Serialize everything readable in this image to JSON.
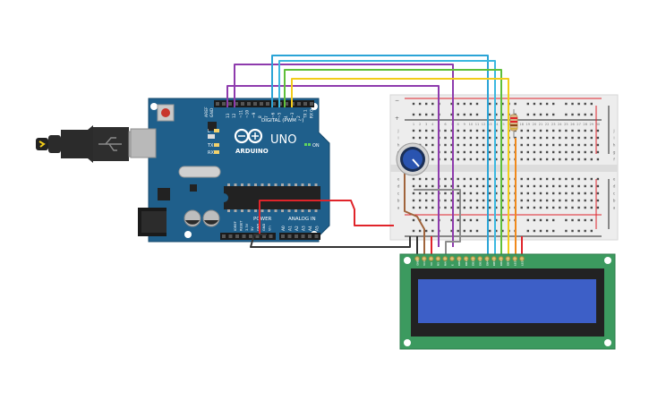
{
  "arduino": {
    "model": "UNO",
    "brand": "ARDUINO",
    "digital_header_label": "DIGITAL (PWM ~)",
    "on_label": "ON",
    "power_label": "POWER",
    "analog_label": "ANALOG IN",
    "aref_label": "AREF",
    "gnd_label": "GND",
    "l_label": "L",
    "tx_label": "TX",
    "rx_label": "RX",
    "digital_pins": [
      "13",
      "12",
      "~11",
      "~10",
      "~9",
      "8",
      "7",
      "~6",
      "~5",
      "4",
      "~3",
      "2",
      "TX 1",
      "RX 0"
    ],
    "power_pins": [
      "IOREF",
      "RESET",
      "3.3V",
      "5V",
      "GND",
      "GND",
      "Vin"
    ],
    "analog_pins": [
      "A0",
      "A1",
      "A2",
      "A3",
      "A4",
      "A5"
    ],
    "color_board": "#1f5f8b"
  },
  "breadboard": {
    "row_letters_top": [
      "j",
      "i",
      "h",
      "g",
      "f"
    ],
    "row_letters_bottom": [
      "e",
      "d",
      "c",
      "b",
      "a"
    ],
    "column_numbers": [
      "1",
      "2",
      "3",
      "4",
      "5",
      "6",
      "7",
      "8",
      "9",
      "10",
      "11",
      "12",
      "13",
      "14",
      "15",
      "16",
      "17",
      "18",
      "19",
      "20",
      "21",
      "22",
      "23",
      "24",
      "25",
      "26",
      "27",
      "28",
      "29",
      "30"
    ],
    "rail_plus": "+",
    "rail_minus": "−"
  },
  "lcd": {
    "pin_labels": [
      "GND",
      "VCC",
      "V0",
      "RS",
      "RW",
      "E",
      "DB0",
      "DB1",
      "DB2",
      "DB3",
      "DB4",
      "DB5",
      "DB6",
      "DB7",
      "LED",
      "LED"
    ],
    "color_board": "#3c9a5f",
    "color_screen": "#3d5fc7"
  },
  "wire_colors": {
    "purple": "#8e3bad",
    "blue": "#2aa4d6",
    "green": "#5fbf3a",
    "orange": "#f08a1c",
    "yellow": "#f2cc1a",
    "red": "#e0242a",
    "black": "#333333",
    "brown": "#a0643c",
    "grey": "#8c8c8c"
  }
}
